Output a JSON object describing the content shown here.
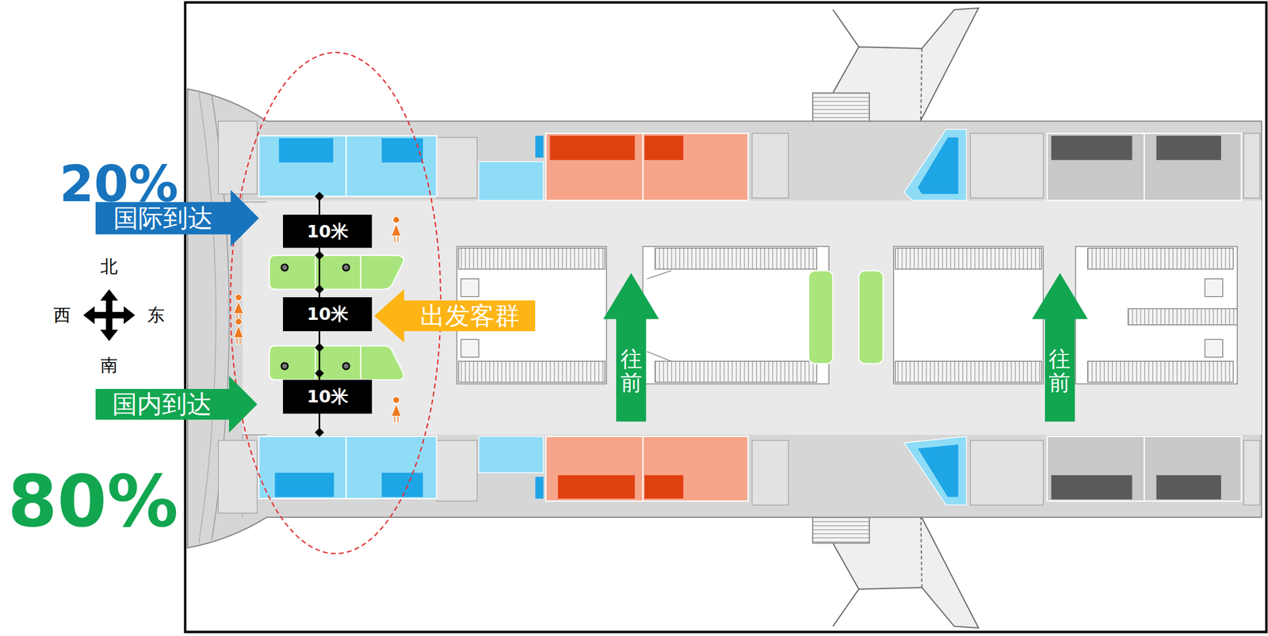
{
  "diagram": {
    "nodes": [
      {
        "text": [
          "国际到达"
        ]
      },
      {
        "text": [
          "10米"
        ]
      },
      {
        "text": [
          "10米"
        ]
      },
      {
        "text": [
          "出发客群"
        ]
      },
      {
        "text": [
          "往前"
        ]
      },
      {
        "text": [
          "往前"
        ]
      },
      {
        "text": [
          "国内到达"
        ]
      },
      {
        "text": [
          "10米"
        ]
      }
    ],
    "labels": [
      "20%",
      "北",
      "西",
      "东",
      "南",
      "80%"
    ]
  }
}
